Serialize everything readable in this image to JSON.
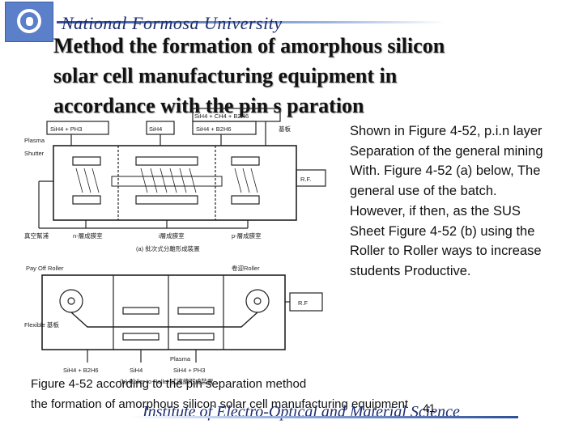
{
  "header": {
    "university": "National Formosa University",
    "logo_icon": "university-emblem-icon"
  },
  "title": {
    "lines": [
      "Method the formation of amorphous silicon",
      "solar cell manufacturing equipment in",
      "accordance with the pin s  paration"
    ]
  },
  "figure": {
    "top": {
      "gas_top": "SiH4 + CH4 + B2H6",
      "gas_left": "SiH4 + PH3",
      "gas_mid": "SiH4",
      "gas_right": "SiH4 + B2H6",
      "substrate": "基板",
      "plasma": "Plasma",
      "shutter": "Shutter",
      "rf": "R.F.",
      "vacuum_pump": "真空幫浦",
      "n_chamber": "n-層成膜室",
      "i_chamber": "i層成膜室",
      "p_chamber": "p-層成膜室",
      "caption": "(a) 批次式分離形成裝置"
    },
    "bottom": {
      "pay_off": "Pay Off Roller",
      "take_up": "卷迎Roller",
      "rf": "R.F",
      "flexible": "Flexible 基板",
      "plasma": "Plasma",
      "gas_1": "SiH4 + B2H6",
      "gas_2": "SiH4",
      "gas_3": "SiH4 + PH3",
      "caption": "(b) Roller to Roller 式連續形成裝置"
    }
  },
  "body": {
    "paragraph": "Shown in Figure 4-52, p.i.n layer Separation of the general mining With. Figure 4-52 (a) below, The general use of the batch. However, if then, as the SUS Sheet Figure 4-52 (b) using the Roller to Roller ways to increase students Productive."
  },
  "caption": {
    "line1": "Figure 4-52 according to the pin separation method",
    "line2": "the formation of amorphous silicon solar cell manufacturing equipment"
  },
  "footer": {
    "institute": "Institute of Electro-Optical and Material Science",
    "page": "41"
  }
}
